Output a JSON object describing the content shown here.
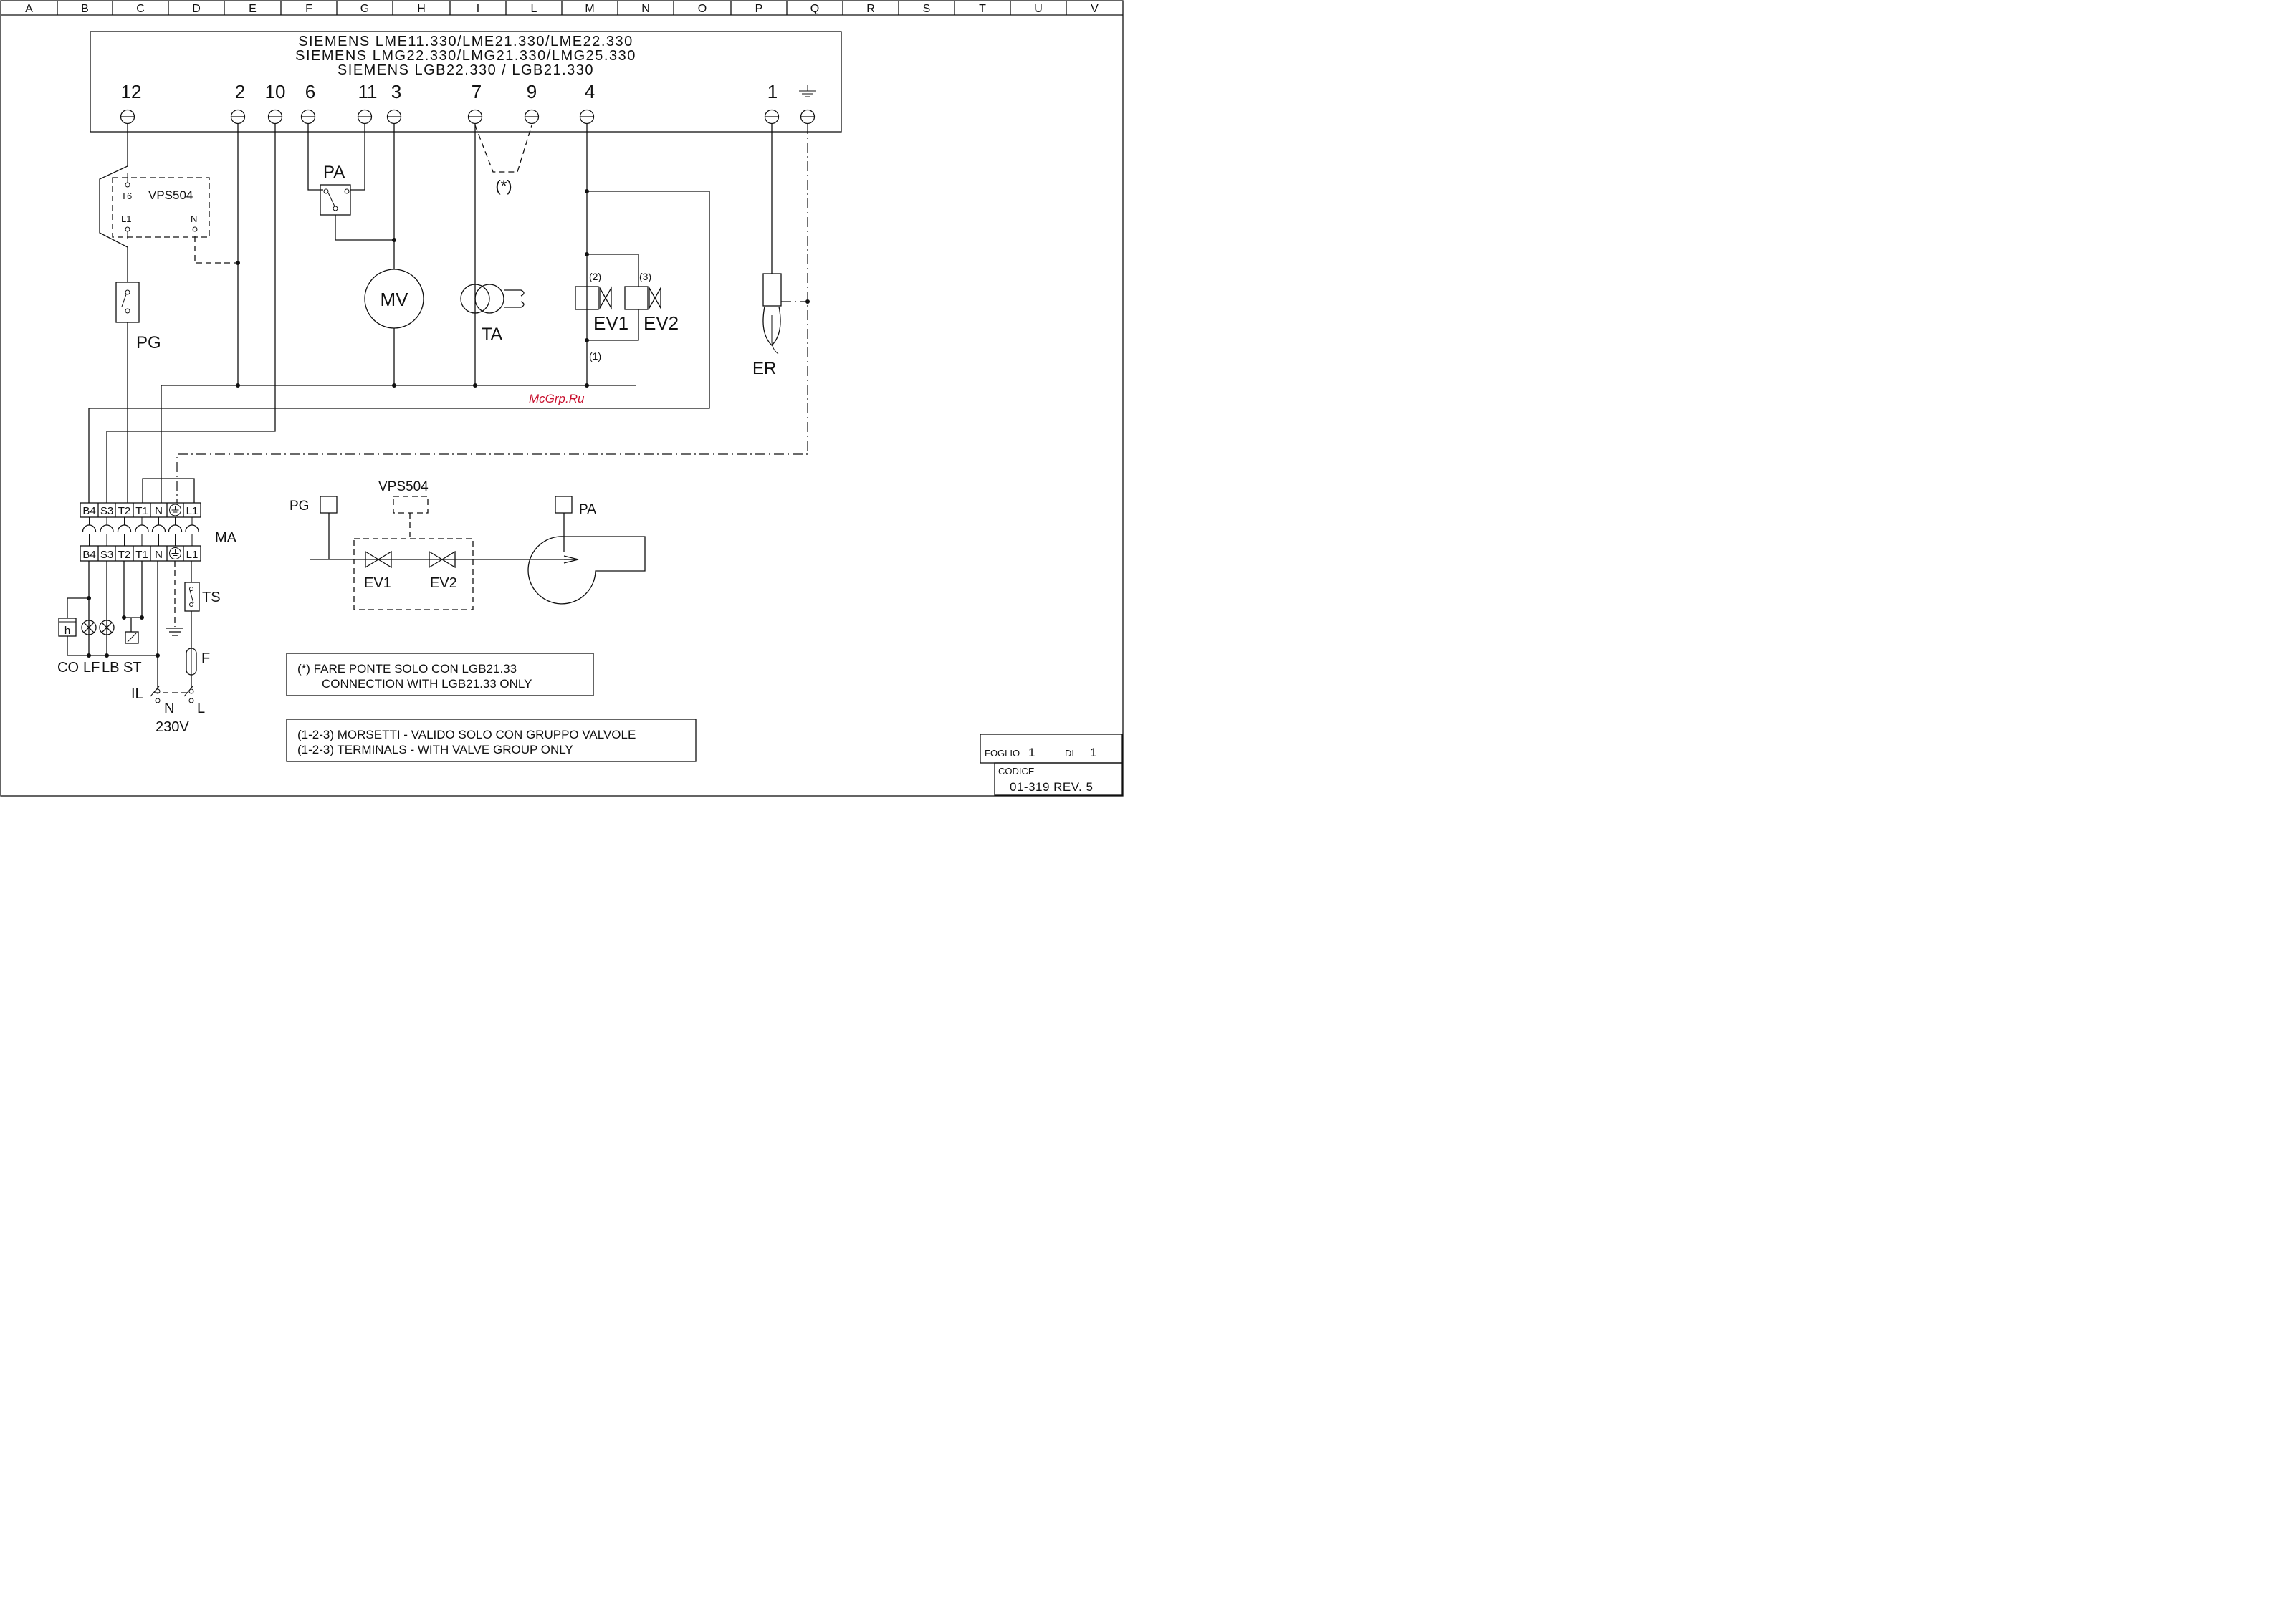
{
  "grid_columns": [
    "A",
    "B",
    "C",
    "D",
    "E",
    "F",
    "G",
    "H",
    "I",
    "L",
    "M",
    "N",
    "O",
    "P",
    "Q",
    "R",
    "S",
    "T",
    "U",
    "V"
  ],
  "controller": {
    "line1": "SIEMENS LME11.330/LME21.330/LME22.330",
    "line2": "SIEMENS LMG22.330/LMG21.330/LMG25.330",
    "line3": "SIEMENS LGB22.330 / LGB21.330",
    "terminals": [
      "12",
      "2",
      "10",
      "6",
      "11",
      "3",
      "7",
      "9",
      "4",
      "1",
      "⏚"
    ]
  },
  "components": {
    "vps_box": "VPS504",
    "vps_t6": "T6",
    "vps_l1": "L1",
    "vps_n": "N",
    "pa": "PA",
    "pg": "PG",
    "mv": "MV",
    "ta": "TA",
    "bridge_note": "(*)",
    "ev1": "EV1",
    "ev2": "EV2",
    "ev_term1": "(1)",
    "ev_term2": "(2)",
    "ev_term3": "(3)",
    "er": "ER"
  },
  "terminal_strip": {
    "labels": [
      "B4",
      "S3",
      "T2",
      "T1",
      "N",
      "⏚",
      "L1"
    ],
    "name": "MA"
  },
  "bottom_left": {
    "ts": "TS",
    "f": "F",
    "co": "CO",
    "lf": "LF",
    "lb": "LB",
    "st": "ST",
    "il": "IL",
    "n": "N",
    "l": "L",
    "voltage": "230V",
    "co_symbol": "h"
  },
  "gas_train": {
    "pg": "PG",
    "vps": "VPS504",
    "pa": "PA",
    "ev1": "EV1",
    "ev2": "EV2"
  },
  "notes": {
    "note1_line1": "(*) FARE PONTE SOLO CON LGB21.33",
    "note1_line2": "CONNECTION WITH LGB21.33 ONLY",
    "note2_line1": "(1-2-3) MORSETTI - VALIDO SOLO CON GRUPPO VALVOLE",
    "note2_line2": "(1-2-3) TERMINALS - WITH VALVE GROUP ONLY"
  },
  "watermark": "McGrp.Ru",
  "title_block": {
    "sheet_label": "FOGLIO",
    "sheet_num": "1",
    "of_label": "DI",
    "of_num": "1",
    "code_label": "CODICE",
    "code_value": "01-319 REV. 5"
  }
}
